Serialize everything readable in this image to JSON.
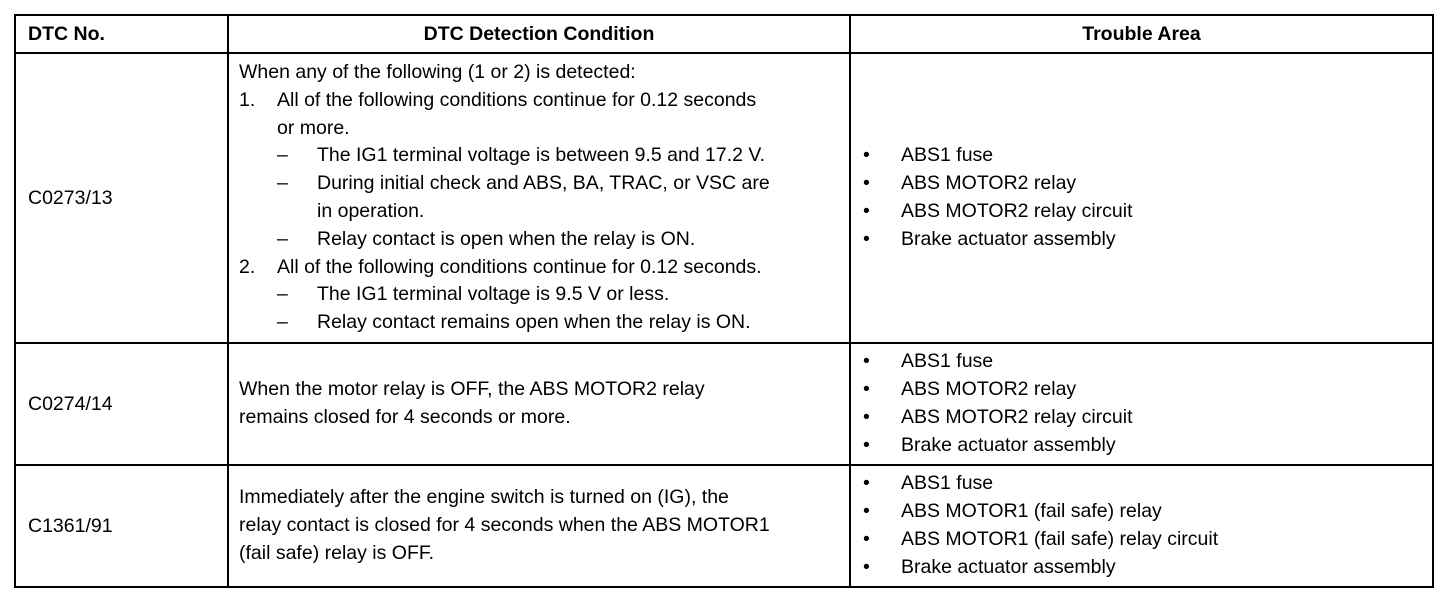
{
  "table": {
    "headers": {
      "dtc": "DTC No.",
      "condition": "DTC Detection Condition",
      "trouble": "Trouble Area"
    },
    "rows": [
      {
        "dtc": "C0273/13",
        "condition": {
          "intro": "When any of the following (1 or 2) is detected:",
          "items": [
            {
              "num": "1.",
              "line1": "All of the following conditions continue for 0.12 seconds",
              "line2": "or more.",
              "subs": [
                {
                  "dash": "–",
                  "line1": "The IG1 terminal voltage is between 9.5 and 17.2 V."
                },
                {
                  "dash": "–",
                  "line1": "During initial check and ABS, BA, TRAC, or VSC are",
                  "line2": "in operation."
                },
                {
                  "dash": "–",
                  "line1": "Relay contact is open when the relay is ON."
                }
              ]
            },
            {
              "num": "2.",
              "line1": "All of the following conditions continue for 0.12 seconds.",
              "subs": [
                {
                  "dash": "–",
                  "line1": "The IG1 terminal voltage is 9.5 V or less."
                },
                {
                  "dash": "–",
                  "line1": "Relay contact remains open when the relay is ON."
                }
              ]
            }
          ]
        },
        "trouble_areas": [
          "ABS1 fuse",
          "ABS MOTOR2 relay",
          "ABS MOTOR2 relay circuit",
          "Brake actuator assembly"
        ]
      },
      {
        "dtc": "C0274/14",
        "condition_lines": [
          "When the motor relay is OFF, the ABS MOTOR2 relay",
          "remains closed for 4 seconds or more."
        ],
        "trouble_areas": [
          "ABS1 fuse",
          "ABS MOTOR2 relay",
          "ABS MOTOR2 relay circuit",
          "Brake actuator assembly"
        ]
      },
      {
        "dtc": "C1361/91",
        "condition_lines": [
          "Immediately after the engine switch is turned on (IG), the",
          "relay contact is closed for 4 seconds when the ABS MOTOR1",
          "(fail safe) relay is OFF."
        ],
        "trouble_areas": [
          "ABS1 fuse",
          "ABS MOTOR1 (fail safe) relay",
          "ABS MOTOR1 (fail safe) relay circuit",
          "Brake actuator assembly"
        ]
      }
    ],
    "bullet": "•"
  }
}
